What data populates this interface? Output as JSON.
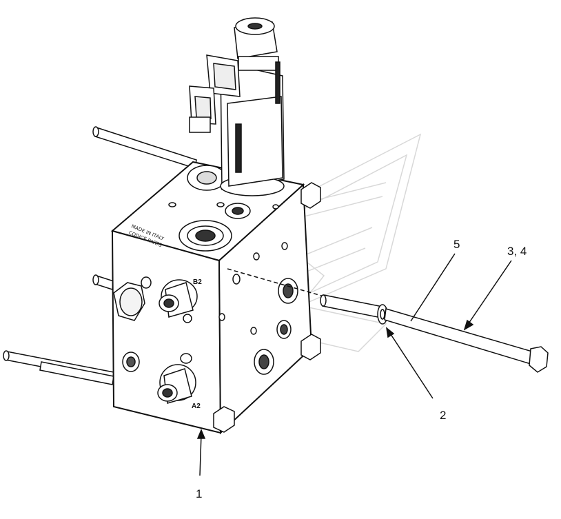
{
  "callouts": [
    {
      "id": "1",
      "text": "1"
    },
    {
      "id": "2",
      "text": "2"
    },
    {
      "id": "3-4",
      "text": "3, 4"
    },
    {
      "id": "5",
      "text": "5"
    }
  ],
  "port_labels": {
    "b2": "B2",
    "a2": "A2"
  },
  "block_engraving": {
    "line1": "MADE IN ITALY",
    "line2": "CODICE PARTS"
  },
  "watermark_color": "#d8d8d8",
  "line_color": "#111111"
}
